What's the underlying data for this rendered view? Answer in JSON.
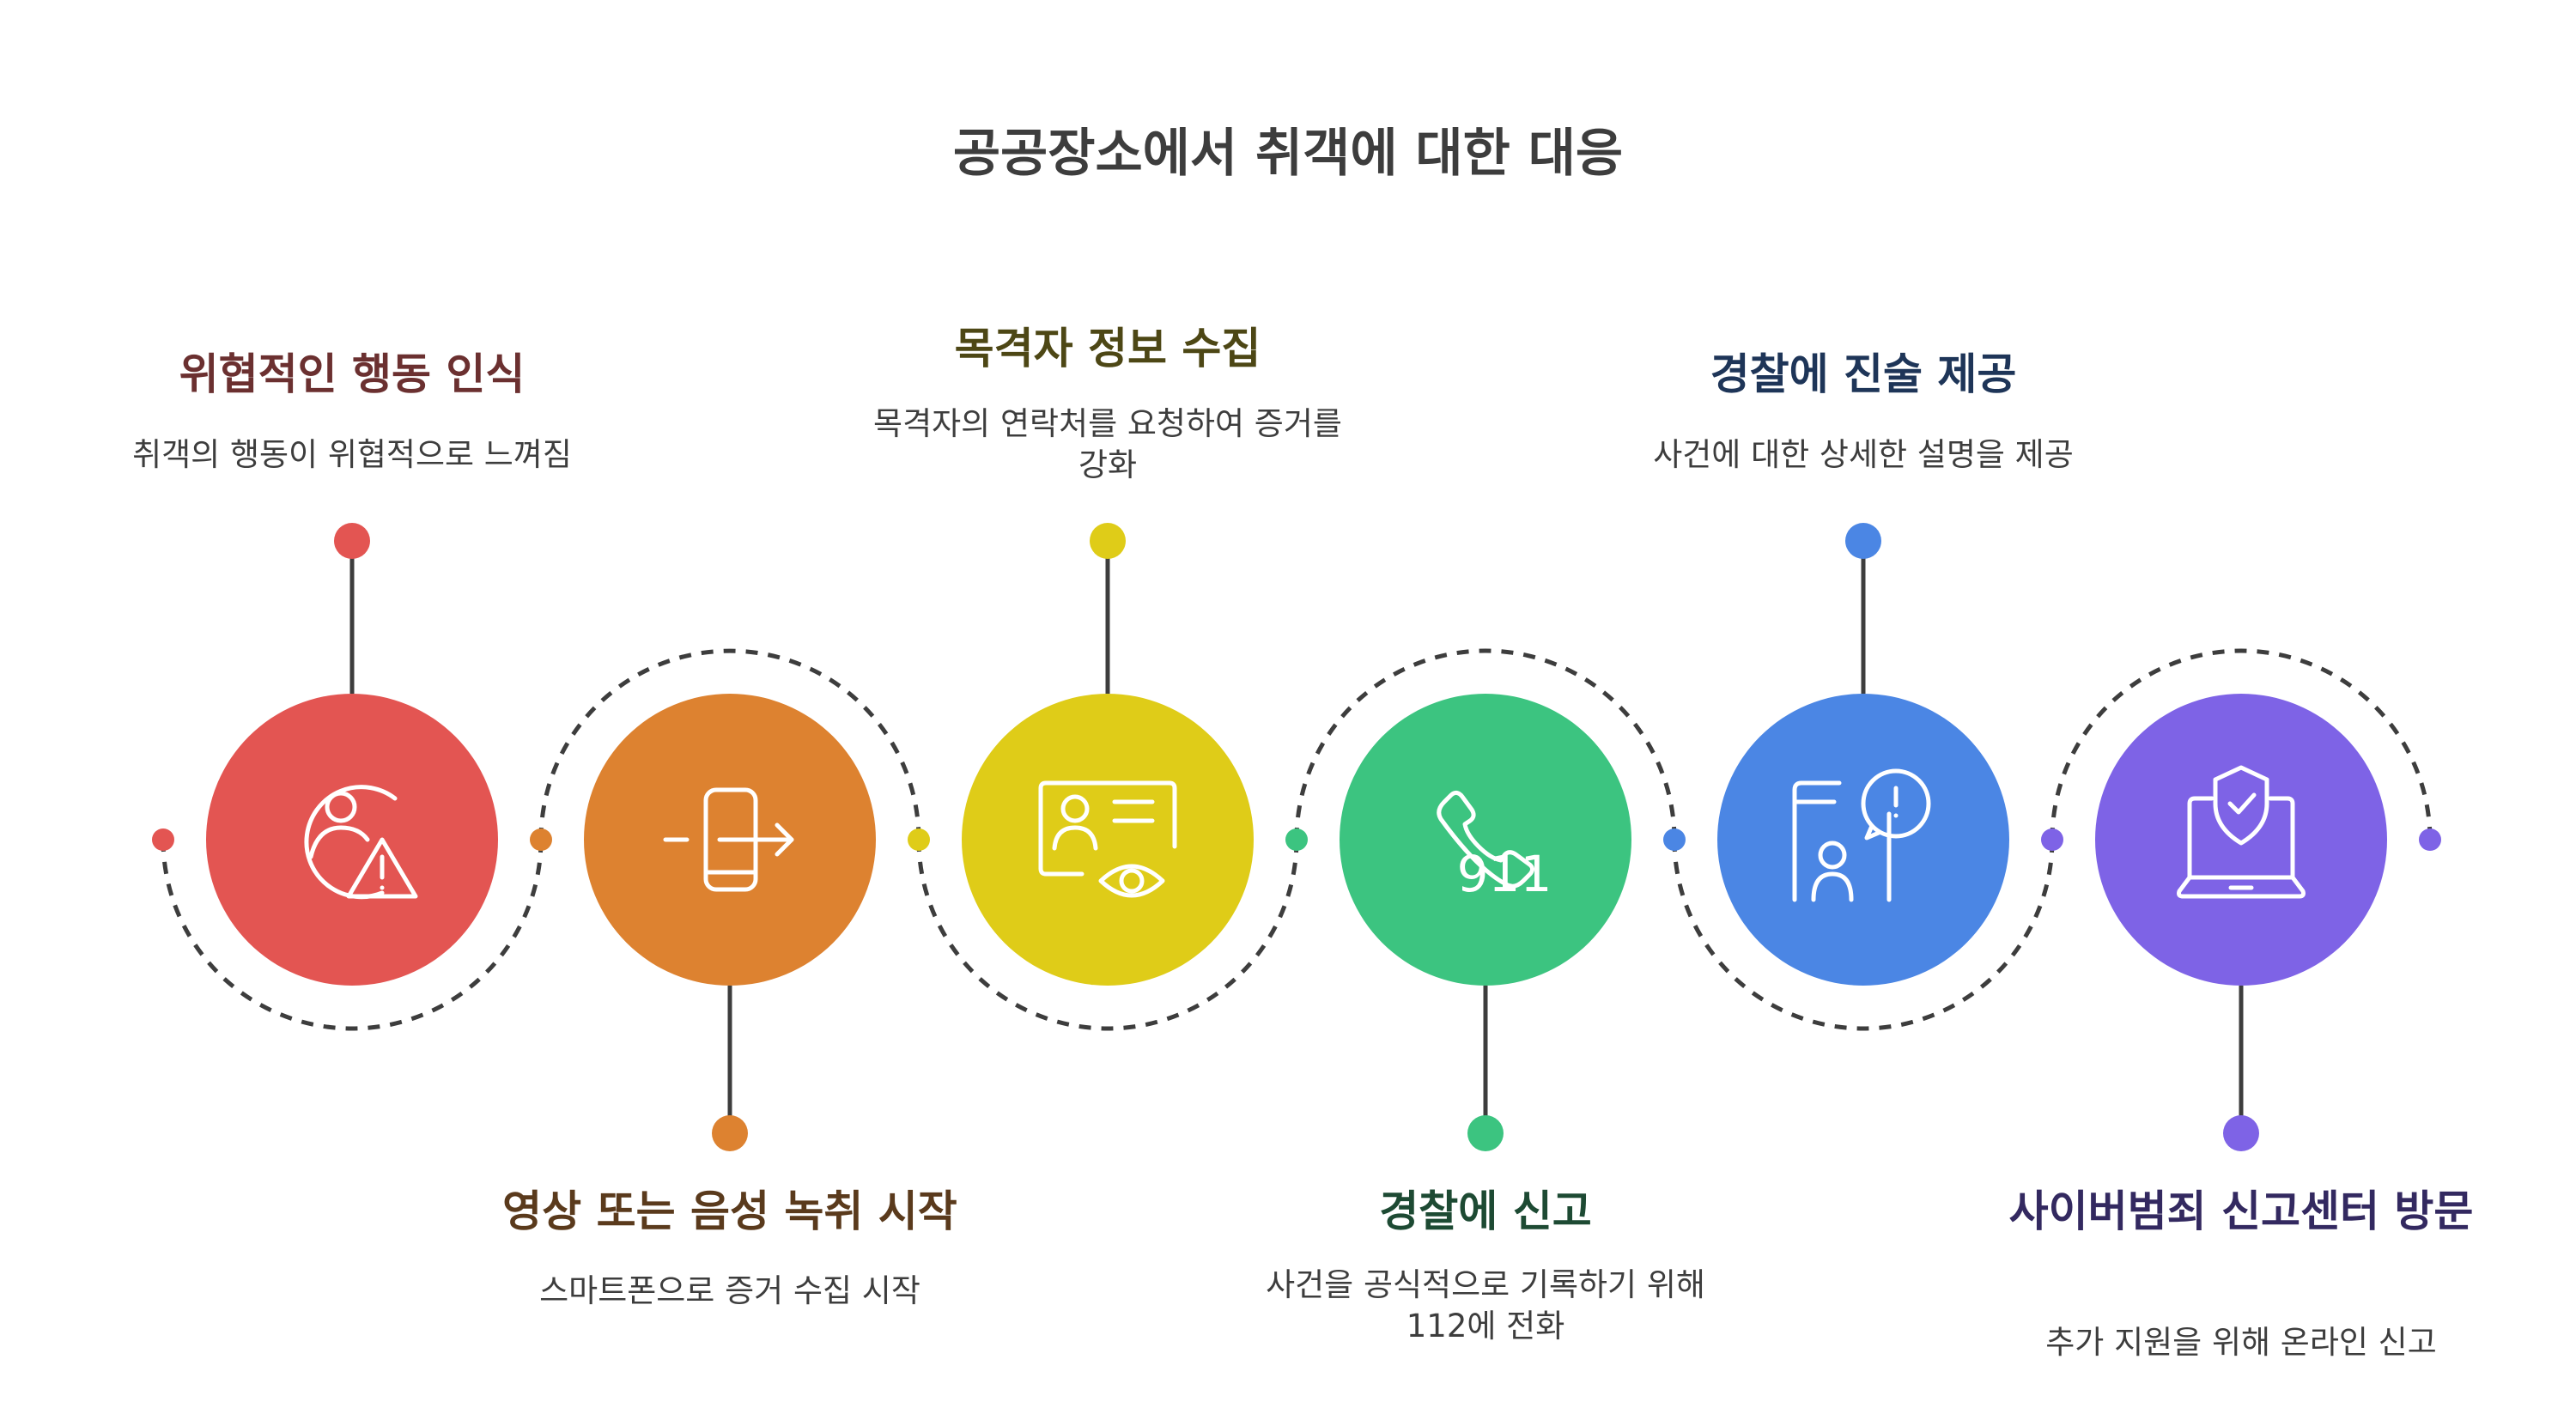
{
  "title": "공공장소에서 취객에 대한 대응",
  "steps": [
    {
      "id": "s1",
      "title": "위협적인 행동 인식",
      "description": "취객의 행동이 위협적으로 느껴짐",
      "color": "#e35552",
      "text_color": "#6b3030",
      "icon": "person-warning-icon"
    },
    {
      "id": "s2",
      "title": "영상 또는 음성 녹취 시작",
      "description": "스마트폰으로 증거 수집 시작",
      "color": "#dd8230",
      "text_color": "#5a3a1c",
      "icon": "phone-exit-icon"
    },
    {
      "id": "s3",
      "title": "목격자 정보 수집",
      "description": "목격자의 연락처를 요청하여 증거를 강화",
      "color": "#dfcc18",
      "text_color": "#4d4715",
      "icon": "id-card-eye-icon"
    },
    {
      "id": "s4",
      "title": "경찰에 신고",
      "description": "사건을 공식적으로 기록하기 위해 112에 전화",
      "color": "#3cc480",
      "text_color": "#1d4a33",
      "icon": "phone-911-icon"
    },
    {
      "id": "s5",
      "title": "경찰에 진술 제공",
      "description": "사건에 대한 상세한 설명을 제공",
      "color": "#4b86e4",
      "text_color": "#1e3558",
      "icon": "phone-alert-chat-icon"
    },
    {
      "id": "s6",
      "title": "사이버범죄 신고센터 방문",
      "description": "추가 지원을 위해 온라인 신고",
      "color": "#7e63e6",
      "text_color": "#332960",
      "icon": "laptop-shield-icon"
    }
  ],
  "icon_labels": {
    "phone_911": "911"
  },
  "colors": {
    "connector": "#3d3d3d",
    "dash": "#3d3d3d",
    "icon_stroke": "#ffffff"
  }
}
